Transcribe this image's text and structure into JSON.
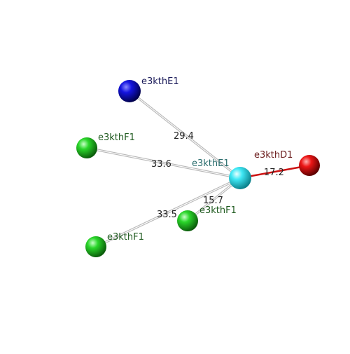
{
  "colors": {
    "background": "#ffffff",
    "center_node": "#29e0ee",
    "blue_node": "#1010d8",
    "green_node": "#22d022",
    "red_node": "#e01010",
    "gray_edge": "#b8b8b8",
    "red_edge": "#cc1111",
    "center_label": "#2a6d6d",
    "blue_label": "#1b1b5a",
    "green_label": "#1f5a1f",
    "red_label": "#6a1a1a",
    "distance_label": "#222222"
  },
  "nodes": [
    {
      "id": "center",
      "label": "e3kthE1",
      "kind": "center"
    },
    {
      "id": "topBlue",
      "label": "e3kthE1",
      "kind": "blue"
    },
    {
      "id": "leftGreen",
      "label": "e3kthF1",
      "kind": "green"
    },
    {
      "id": "midGreen",
      "label": "e3kthF1",
      "kind": "green"
    },
    {
      "id": "lowGreen",
      "label": "e3kthF1",
      "kind": "green"
    },
    {
      "id": "redNode",
      "label": "e3kthD1",
      "kind": "red"
    }
  ],
  "edges": [
    {
      "from": "center",
      "to": "topBlue",
      "distance": "29.4",
      "kind": "gray"
    },
    {
      "from": "center",
      "to": "leftGreen",
      "distance": "33.6",
      "kind": "gray"
    },
    {
      "from": "center",
      "to": "midGreen",
      "distance": "15.7",
      "kind": "gray"
    },
    {
      "from": "center",
      "to": "lowGreen",
      "distance": "33.5",
      "kind": "gray"
    },
    {
      "from": "center",
      "to": "redNode",
      "distance": "17.2",
      "kind": "red"
    }
  ]
}
